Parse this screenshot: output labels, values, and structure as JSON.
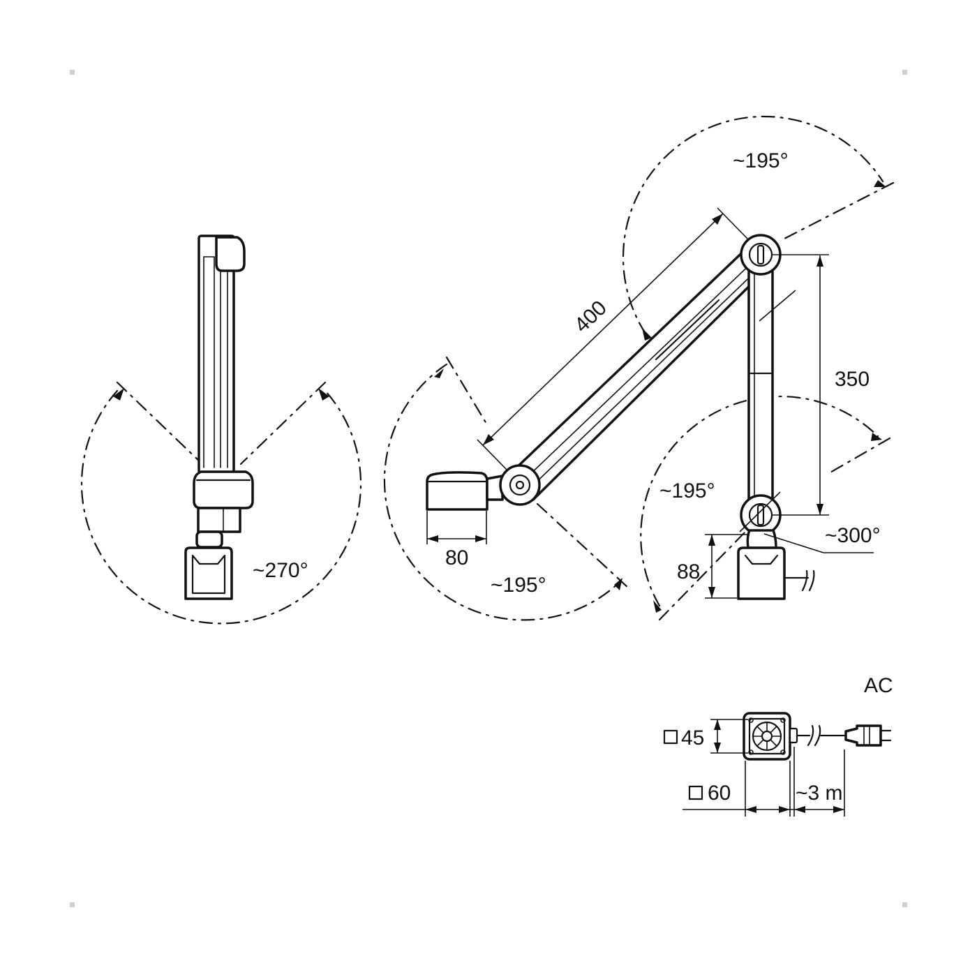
{
  "side_view": {
    "rotation_label": "~270°"
  },
  "front_view": {
    "arm_length_label": "400",
    "upper_height_label": "350",
    "base_width_label": "80",
    "base_height_label": "88",
    "base_rotation_label": "~195°",
    "top_joint_rotation_label": "~195°",
    "mid_rotation_label": "~195°",
    "bottom_joint_rotation_label": "~300°"
  },
  "ac_detail": {
    "title": "AC",
    "square_45_label": "45",
    "square_60_label": "60",
    "cable_length_label": "~3 m"
  }
}
